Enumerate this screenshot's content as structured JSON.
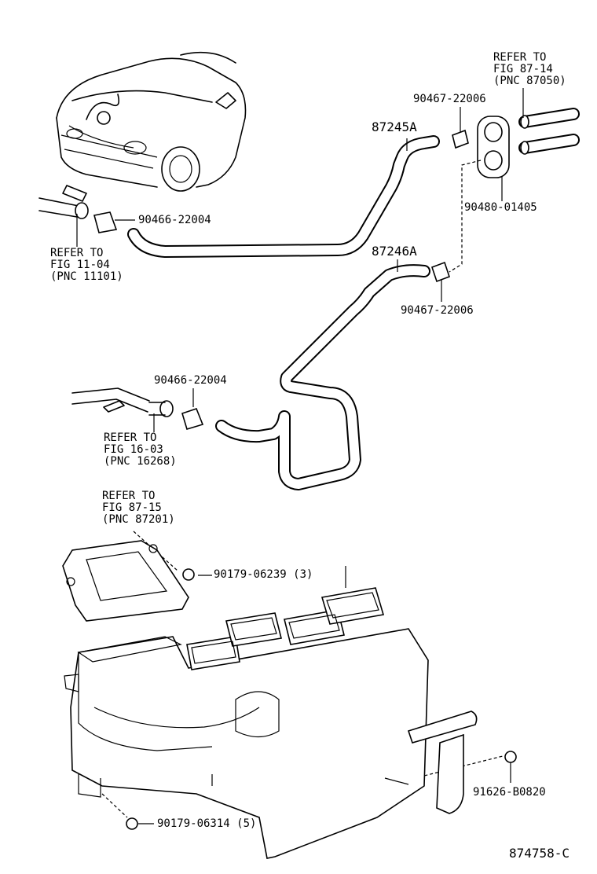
{
  "diagram_id": "874758-C",
  "parts": {
    "hose_upper": "87245A",
    "hose_lower": "87246A",
    "clamp_upper_right": "90467-22006",
    "clamp_lower_right": "90467-22006",
    "grommet": "90480-01405",
    "clamp_upper_left": "90466-22004",
    "clamp_lower_left": "90466-22004",
    "nut_upper": "90179-06239 (3)",
    "nut_lower": "90179-06314 (5)",
    "bolt_bracket": "91626-B0820"
  },
  "refs": {
    "ref_87_14": [
      "REFER TO",
      "FIG 87-14",
      "(PNC 87050)"
    ],
    "ref_11_04": [
      "REFER TO",
      "FIG 11-04",
      "(PNC 11101)"
    ],
    "ref_16_03": [
      "REFER TO",
      "FIG 16-03",
      "(PNC 16268)"
    ],
    "ref_87_15": [
      "REFER TO",
      "FIG 87-15",
      "(PNC 87201)"
    ]
  }
}
